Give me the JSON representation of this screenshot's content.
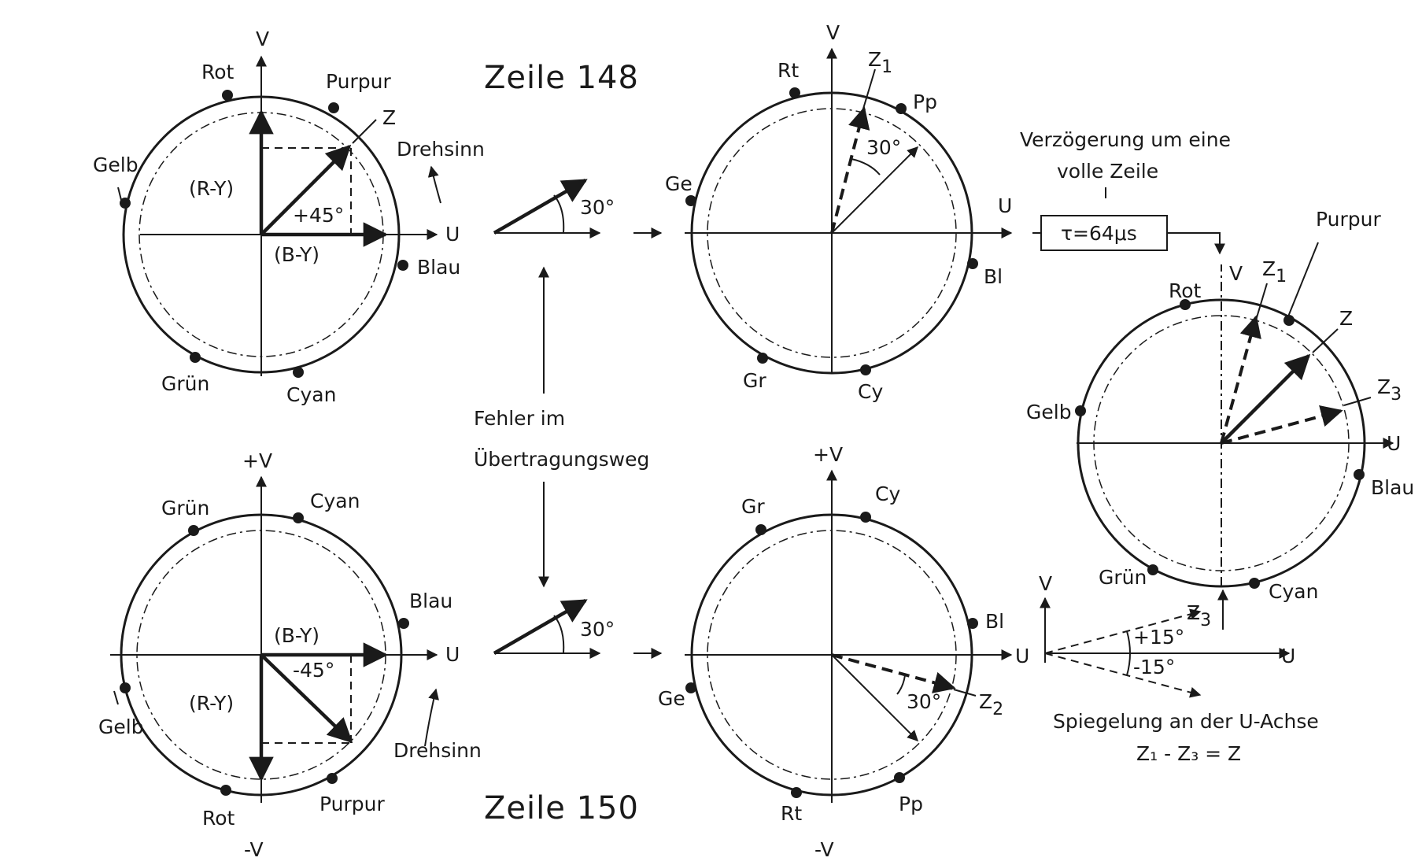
{
  "labels": {
    "v": "V",
    "u": "U",
    "plus_v": "+V",
    "minus_v": "-V",
    "zeile148": "Zeile  148",
    "zeile150": "Zeile  150",
    "r_y": "(R-Y)",
    "b_y": "(B-Y)",
    "z": "Z",
    "drehsinn": "Drehsinn",
    "plus45": "+45°",
    "minus45": "-45°",
    "thirty": "30°",
    "rot": "Rot",
    "purpur": "Purpur",
    "gelb": "Gelb",
    "blau": "Blau",
    "gruen": "Grün",
    "cyan": "Cyan",
    "rt": "Rt",
    "pp": "Pp",
    "ge": "Ge",
    "bl": "Bl",
    "gr": "Gr",
    "cy": "Cy",
    "z1": "Z",
    "z2": "Z",
    "z3": "Z",
    "sub1": "1",
    "sub2": "2",
    "sub3": "3",
    "fehler_line1": "Fehler  im",
    "fehler_line2": "Übertragungsweg",
    "verz_line1": "Verzögerung um eine",
    "verz_line2": "volle Zeile",
    "tau": "τ=64μs",
    "plus15": "+15°",
    "minus15": "-15°",
    "spiegel_line1": "Spiegelung an der U-Achse",
    "spiegel_line2": "Z₁ - Z₃ = Z"
  }
}
